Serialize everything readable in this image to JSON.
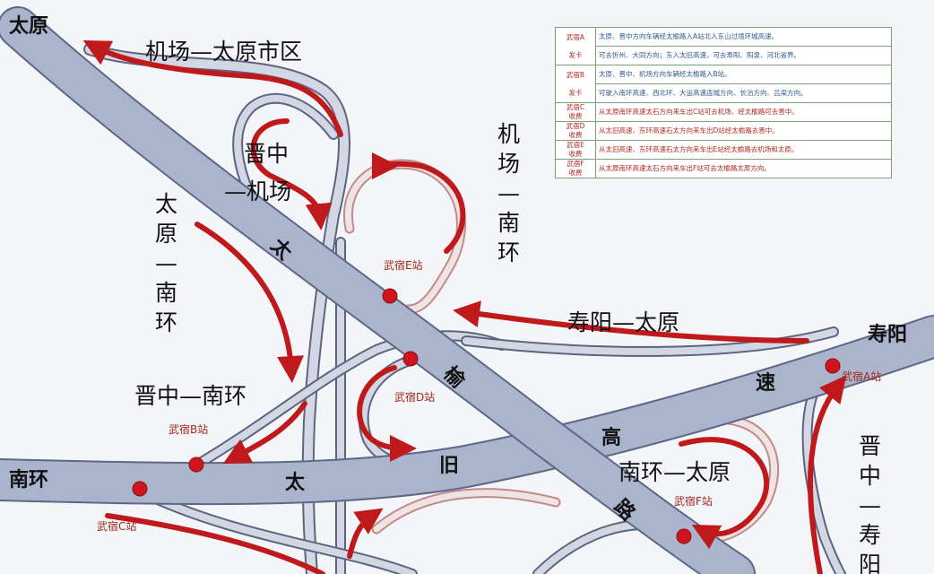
{
  "places": {
    "taiyuan": "太原",
    "nanhuan": "南环",
    "shouyang": "寿阳"
  },
  "directions": {
    "airport_to_city": "机场—太原市区",
    "jinzhong_airport_line1": "晋中",
    "jinzhong_airport_line2": "—机场",
    "taiyuan_nanhuan_chars": [
      "太",
      "原",
      "—",
      "南",
      "环"
    ],
    "airport_nanhuan_chars": [
      "机",
      "场",
      "—",
      "南",
      "环"
    ],
    "shouyang_taiyuan": "寿阳—太原",
    "jinzhong_nanhuan": "晋中—南环",
    "nanhuan_taiyuan": "南环—太原",
    "jinzhong_shouyang_chars": [
      "晋",
      "中",
      "—",
      "寿",
      "阳"
    ]
  },
  "highway_chars": [
    "太",
    "榆",
    "速",
    "高",
    "旧",
    "路",
    "太"
  ],
  "stations": {
    "a": "武宿A站",
    "b": "武宿B站",
    "c": "武宿C站",
    "d": "武宿D站",
    "e": "武宿E站",
    "f": "武宿F站"
  },
  "legend": [
    {
      "label": "武宿A发卡",
      "lines": [
        "太原、晋中方向车辆经太榆路入A站北入东山过境环城高速。",
        "可去忻州、大同方向；东入太旧高速，可去寿阳、阳泉、河北省界。"
      ]
    },
    {
      "label": "武宿B发卡",
      "lines": [
        "太原、晋中、机场方向车辆经太榆路入B站。",
        "可驶入南环高速、西北环、大运高速连城方向、长治方向、吕梁方向。"
      ]
    },
    {
      "label": "武宿C收费",
      "lines": [
        "从太原南环高速太石方向来车出C站可去机场、经太榆路可去晋中。"
      ]
    },
    {
      "label": "武宿D收费",
      "lines": [
        "从太旧高速、东环高速石太方向来车出D站经太榆路去晋中。"
      ]
    },
    {
      "label": "武宿E收费",
      "lines": [
        "从太旧高速、东环高速石太方向来车出E站经太榆路去机场和太原。"
      ]
    },
    {
      "label": "武宿F收费",
      "lines": [
        "从太原南环高速太石方向来车出F站可去太榆路太原方向。"
      ]
    }
  ],
  "colors": {
    "flow_arrow": "#c0191b",
    "road_fill": "#aab4cd",
    "station_dot": "#d0141c"
  }
}
